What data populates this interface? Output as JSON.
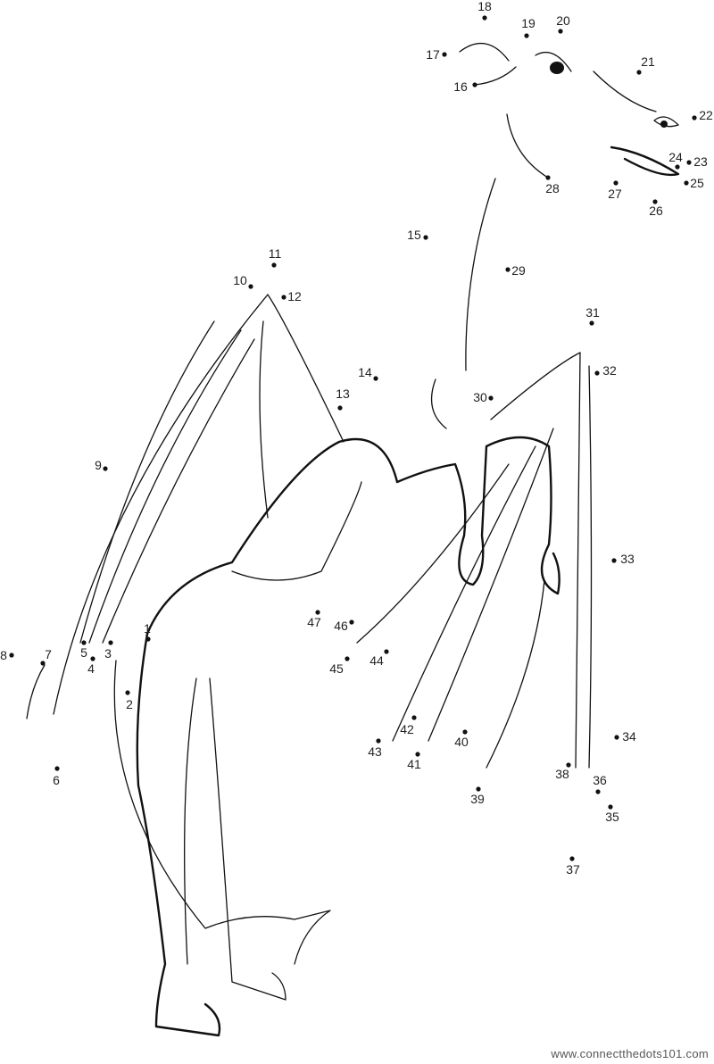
{
  "puzzle": {
    "dot_labels": [
      "1",
      "2",
      "3",
      "4",
      "5",
      "6",
      "7",
      "8",
      "9",
      "10",
      "11",
      "12",
      "13",
      "14",
      "15",
      "16",
      "17",
      "18",
      "19",
      "20",
      "21",
      "22",
      "23",
      "24",
      "25",
      "26",
      "27",
      "28",
      "29",
      "30",
      "31",
      "32",
      "33",
      "34",
      "35",
      "36",
      "37",
      "38",
      "39",
      "40",
      "41",
      "42",
      "43",
      "44",
      "45",
      "46",
      "47"
    ]
  },
  "footer": {
    "website": "www.connectthedots101.com"
  }
}
